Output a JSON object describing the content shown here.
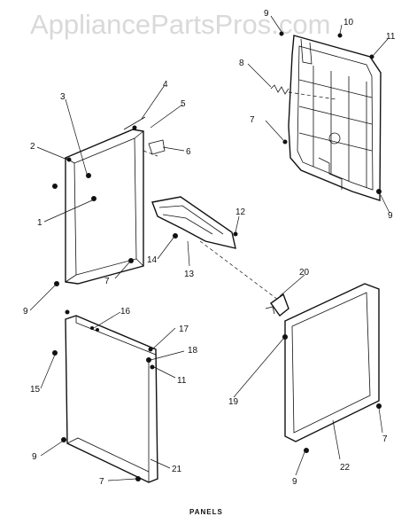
{
  "watermark": "AppliancePartsPros.com",
  "caption": "PANELS",
  "callouts": [
    {
      "id": "c9a",
      "text": "9"
    },
    {
      "id": "c10",
      "text": "10"
    },
    {
      "id": "c11a",
      "text": "11"
    },
    {
      "id": "c8",
      "text": "8"
    },
    {
      "id": "c7a",
      "text": "7"
    },
    {
      "id": "c9b",
      "text": "9"
    },
    {
      "id": "c3",
      "text": "3"
    },
    {
      "id": "c4",
      "text": "4"
    },
    {
      "id": "c5",
      "text": "5"
    },
    {
      "id": "c2",
      "text": "2"
    },
    {
      "id": "c6",
      "text": "6"
    },
    {
      "id": "c1",
      "text": "1"
    },
    {
      "id": "c12",
      "text": "12"
    },
    {
      "id": "c14",
      "text": "14"
    },
    {
      "id": "c13",
      "text": "13"
    },
    {
      "id": "c7b",
      "text": "7"
    },
    {
      "id": "c9c",
      "text": "9"
    },
    {
      "id": "c20",
      "text": "20"
    },
    {
      "id": "c16",
      "text": "16"
    },
    {
      "id": "c17",
      "text": "17"
    },
    {
      "id": "c18",
      "text": "18"
    },
    {
      "id": "c15",
      "text": "15"
    },
    {
      "id": "c11b",
      "text": "11"
    },
    {
      "id": "c19",
      "text": "19"
    },
    {
      "id": "c7c",
      "text": "7"
    },
    {
      "id": "c9d",
      "text": "9"
    },
    {
      "id": "c21",
      "text": "21"
    },
    {
      "id": "c22",
      "text": "22"
    },
    {
      "id": "c7d",
      "text": "7"
    },
    {
      "id": "c9e",
      "text": "9"
    }
  ]
}
